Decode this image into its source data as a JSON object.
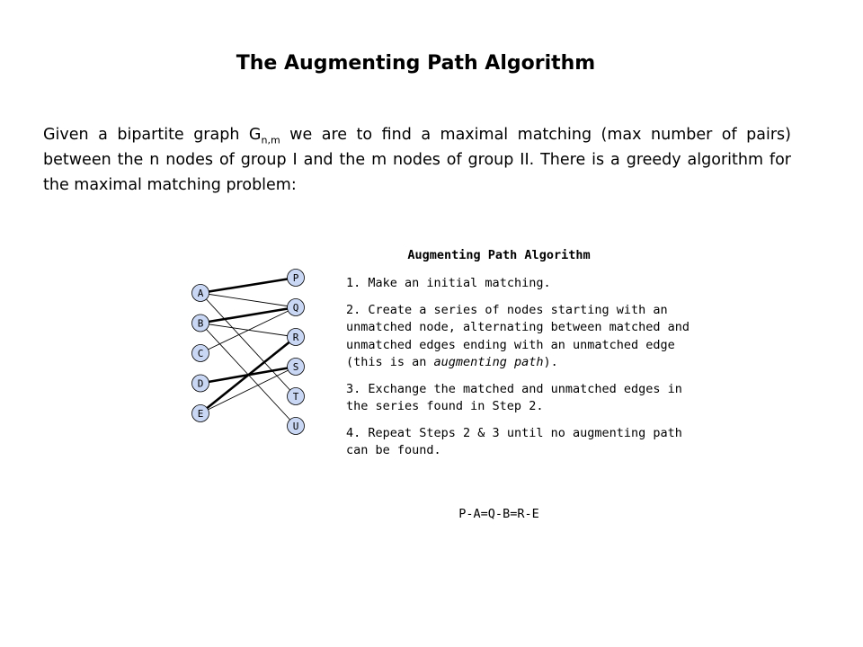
{
  "title": "The Augmenting Path Algorithm",
  "intro": {
    "part1": "Given a bipartite graph G",
    "subscript": "n,m",
    "part2": " we are to find a maximal matching (max number of pairs) between the n nodes of group I and the m nodes of group II.  There is a greedy algorithm for the maximal matching problem:"
  },
  "figure": {
    "title": "Augmenting Path Algorithm",
    "steps": [
      {
        "num": "1. ",
        "text": "Make an initial matching."
      },
      {
        "num": "2. ",
        "text_before": "Create a series of nodes starting with an unmatched node, alternating between matched and unmatched edges ending with an unmatched edge (this is an ",
        "emphasis": "augmenting path",
        "text_after": ")."
      },
      {
        "num": "3. ",
        "text": "Exchange the matched and unmatched edges in the series found in Step 2."
      },
      {
        "num": "4. ",
        "text": "Repeat Steps 2 & 3 until no augmenting path can be found."
      }
    ],
    "path_sequence": "P-A=Q-B=R-E",
    "graph": {
      "left_nodes": [
        "A",
        "B",
        "C",
        "D",
        "E"
      ],
      "right_nodes": [
        "P",
        "Q",
        "R",
        "S",
        "T",
        "U"
      ],
      "edges": [
        {
          "from": "A",
          "to": "P",
          "matched": true
        },
        {
          "from": "A",
          "to": "Q",
          "matched": false
        },
        {
          "from": "A",
          "to": "T",
          "matched": false
        },
        {
          "from": "B",
          "to": "Q",
          "matched": true
        },
        {
          "from": "B",
          "to": "R",
          "matched": false
        },
        {
          "from": "B",
          "to": "U",
          "matched": false
        },
        {
          "from": "C",
          "to": "Q",
          "matched": false
        },
        {
          "from": "D",
          "to": "S",
          "matched": true
        },
        {
          "from": "E",
          "to": "R",
          "matched": true
        },
        {
          "from": "E",
          "to": "S",
          "matched": false
        }
      ],
      "node_fill": "#c9d7f4",
      "node_stroke": "#000000"
    }
  }
}
